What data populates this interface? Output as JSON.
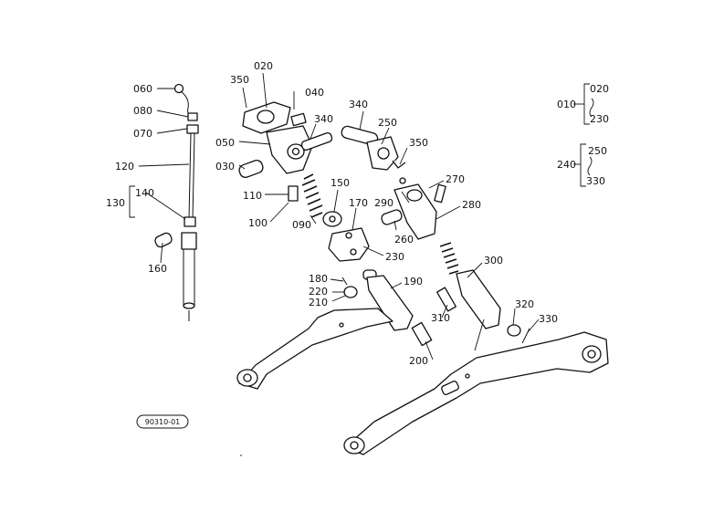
{
  "callouts": {
    "p010": "010",
    "p020": "020",
    "p020b": "020",
    "p030": "030",
    "p040": "040",
    "p050": "050",
    "p060": "060",
    "p070": "070",
    "p080": "080",
    "p090": "090",
    "p100": "100",
    "p110": "110",
    "p120": "120",
    "p130": "130",
    "p140": "140",
    "p150": "150",
    "p160": "160",
    "p170": "170",
    "p180": "180",
    "p190": "190",
    "p200": "200",
    "p210": "210",
    "p220": "220",
    "p230": "230",
    "p230b": "230",
    "p240": "240",
    "p250": "250",
    "p250b": "250",
    "p260": "260",
    "p270": "270",
    "p280": "280",
    "p290": "290",
    "p300": "300",
    "p310": "310",
    "p320": "320",
    "p330": "330",
    "p330b": "330",
    "p340": "340",
    "p340b": "340",
    "p350": "350",
    "p350b": "350"
  },
  "figure_code": "90310-01"
}
